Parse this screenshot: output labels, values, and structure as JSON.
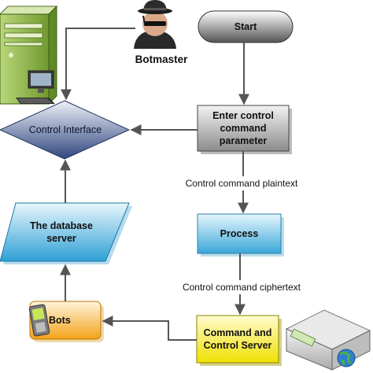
{
  "nodes": {
    "start": "Start",
    "enter": "Enter control command parameter",
    "process": "Process",
    "cc_server": "Command and Control Server",
    "bots": "Bots",
    "database": "The database server",
    "control_interface": "Control Interface"
  },
  "actors": {
    "botmaster": "Botmaster"
  },
  "edges": {
    "plaintext": "Control command plaintext",
    "ciphertext": "Control command ciphertext"
  },
  "icons": [
    "hacker-icon",
    "desktop-computer-icon",
    "server-globe-icon",
    "mobile-phone-icon"
  ],
  "colors": {
    "start_fill": "#5a5a5a",
    "enter_fill": "#9a9a9a",
    "process_fill": "#4fb3e0",
    "server_fill": "#f2e600",
    "database_fill": "#3aa7d8",
    "interface_fill": "#3a4f8c",
    "bots_fill": "#f5a623",
    "arrow": "#555555"
  }
}
